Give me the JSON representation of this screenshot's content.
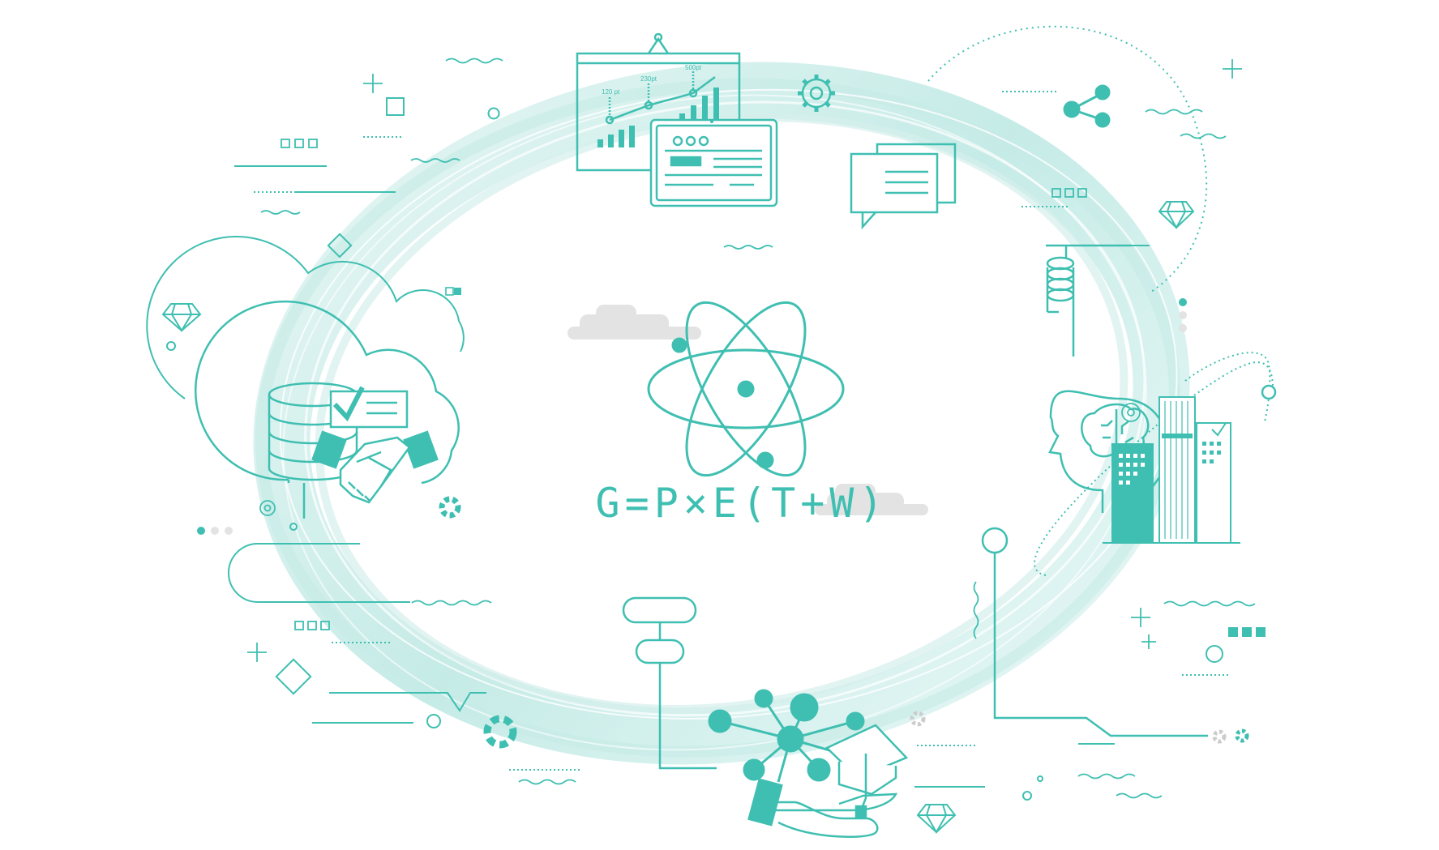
{
  "formula": "G=P×E(T+W)",
  "presentation_board": {
    "labels": [
      "120 pt",
      "230pt",
      "500pt"
    ]
  },
  "colors": {
    "accent": "#3fbfb1",
    "swirl": "#cdeeea",
    "cloud_gray": "#e3e3e3",
    "background": "#ffffff"
  },
  "icons": [
    "atom-icon",
    "cloud-database-icon",
    "handshake-icon",
    "checklist-icon",
    "presentation-chart-icon",
    "browser-window-icon",
    "chat-bubble-icon",
    "gear-icon",
    "share-icon",
    "diamond-icon",
    "ai-head-brain-icon",
    "city-buildings-icon",
    "network-hand-icon",
    "graduation-cap-icon",
    "lifebuoy-icon",
    "coil-icon"
  ]
}
